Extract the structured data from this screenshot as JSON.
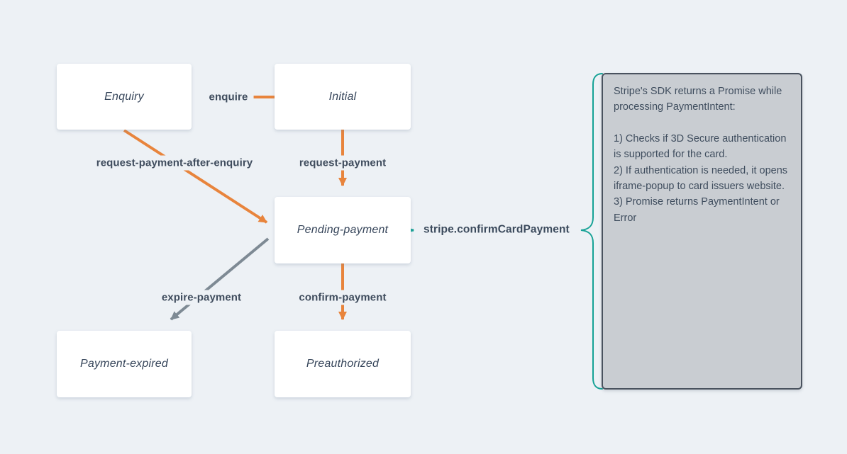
{
  "colors": {
    "background": "#edf1f5",
    "orange": "#e8843c",
    "gray": "#7e8a94",
    "teal": "#16a296",
    "text": "#3d4b5c",
    "note_bg": "#c9cdd2",
    "note_border": "#49525e",
    "state_bg": "#ffffff"
  },
  "states": [
    {
      "id": "enquiry",
      "label": "Enquiry"
    },
    {
      "id": "initial",
      "label": "Initial"
    },
    {
      "id": "pending-payment",
      "label": "Pending-payment"
    },
    {
      "id": "payment-expired",
      "label": "Payment-expired"
    },
    {
      "id": "preauthorized",
      "label": "Preauthorized"
    }
  ],
  "transitions": [
    {
      "id": "enquire",
      "label": "enquire",
      "from": "initial",
      "to": "enquiry",
      "color": "orange"
    },
    {
      "id": "request-payment",
      "label": "request-payment",
      "from": "initial",
      "to": "pending-payment",
      "color": "orange"
    },
    {
      "id": "request-payment-after-enquiry",
      "label": "request-payment-after-enquiry",
      "from": "enquiry",
      "to": "pending-payment",
      "color": "orange"
    },
    {
      "id": "expire-payment",
      "label": "expire-payment",
      "from": "pending-payment",
      "to": "payment-expired",
      "color": "gray"
    },
    {
      "id": "confirm-payment",
      "label": "confirm-payment",
      "from": "pending-payment",
      "to": "preauthorized",
      "color": "orange"
    }
  ],
  "callout": {
    "label": "stripe.confirmCardPayment"
  },
  "note": {
    "intro": "Stripe's SDK returns a Promise while processing PaymentIntent:",
    "items": [
      "1) Checks if 3D Secure authentication is supported for the card.",
      "2) If authentication is needed, it opens iframe-popup to card issuers website.",
      "3) Promise returns PaymentIntent or Error"
    ]
  }
}
